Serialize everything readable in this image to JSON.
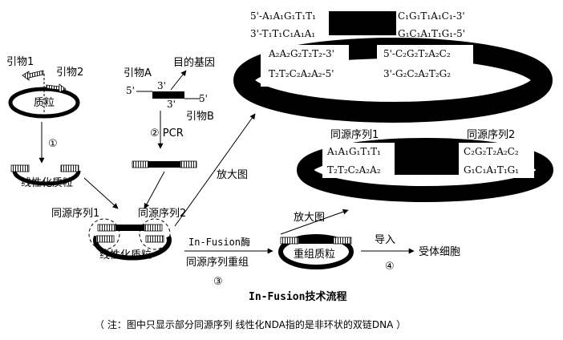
{
  "labels": {
    "primer1": "引物1",
    "primer2": "引物2",
    "plasmid": "质粒",
    "step1": "①",
    "linear_plasmid": "线性化质粒",
    "primerA": "引物A",
    "primerB": "引物B",
    "target_gene": "目的基因",
    "five_a": "5'",
    "three_a": "3'",
    "three_b": "3'",
    "five_b": "5'",
    "step2": "② PCR",
    "homolog1": "同源序列1",
    "homolog2": "同源序列2",
    "linear_plasmid2": "线性化质粒",
    "enlarge1": "放大图",
    "infusion_enzyme": "In-Fusion酶",
    "homolog_recomb": "同源序列重组",
    "step3": "③",
    "recomb_plasmid": "重组质粒",
    "enlarge2": "放大图",
    "import": "导入",
    "step4": "④",
    "recipient": "受体细胞",
    "homolog1_b": "同源序列1",
    "homolog2_b": "同源序列2"
  },
  "sequences": {
    "top_left_1": "5'-A₁A₁G₁T₁T₁",
    "top_left_2": "3'-T₁T₁C₁A₁A₁",
    "top_right_1": "C₁G₁T₁A₁C₁-3'",
    "top_right_2": "G₁C₁A₁T₁G₁-5'",
    "ring_left_1": "A₂A₂G₂T₂T₂-3'",
    "ring_left_2": "T₂T₂C₂A₂A₂-5'",
    "ring_right_1": "5'-C₂G₂T₂A₂C₂",
    "ring_right_2": "3'-G₂C₂A₂T₂G₂",
    "mid_left_1": "A₁A₁G₁T₁T₁",
    "mid_left_2": "T₂T₂C₂A₂A₂",
    "mid_right_1": "C₂G₂T₂A₂C₂",
    "mid_right_2": "G₁C₁A₁T₁G₁"
  },
  "title": "In-Fusion技术流程",
  "note": "（ 注：图中只显示部分同源序列   线性化NDA指的是非环状的双链DNA ）"
}
